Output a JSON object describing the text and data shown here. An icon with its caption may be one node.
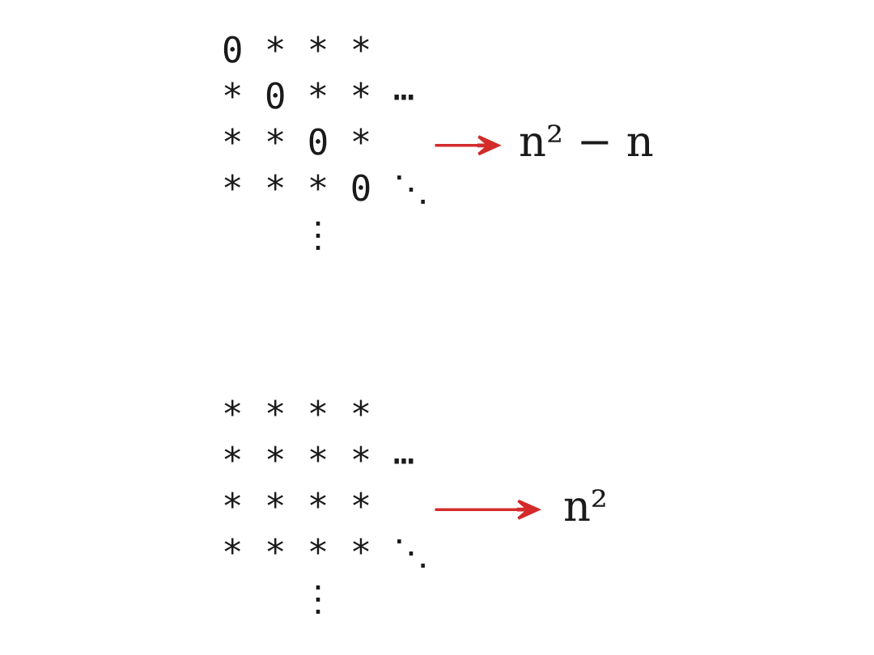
{
  "diagram": {
    "nodes": [
      {
        "text": [
          "0 * * *",
          "* 0 * * ⋯",
          "* * 0 *",
          "* * * 0 ⋱",
          "⋮"
        ]
      },
      {
        "text": [
          "n² − n"
        ]
      },
      {
        "text": [
          "* * * *",
          "* * * * ⋯",
          "* * * *",
          "* * * * ⋱",
          "⋮"
        ]
      },
      {
        "text": [
          "n²"
        ]
      }
    ],
    "edges": [
      {
        "from": 0,
        "to": 1,
        "arrow": "to"
      },
      {
        "from": 2,
        "to": 3,
        "arrow": "to"
      }
    ]
  }
}
